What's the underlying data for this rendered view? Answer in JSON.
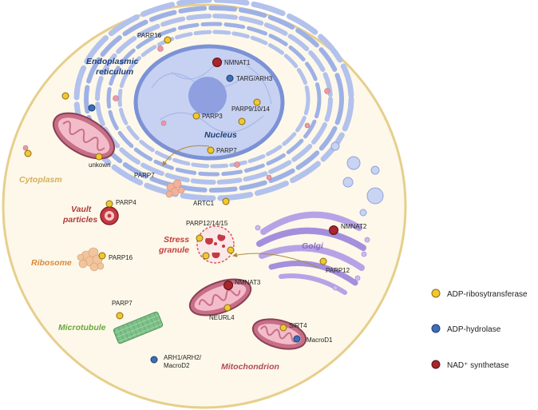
{
  "organelles": {
    "er": "Endoplasmic reticulum",
    "nucleus": "Nucleus",
    "cytoplasm": "Cytoplasm",
    "vault": "Vault particles",
    "ribosome": "Ribosome",
    "stress": "Stress granule",
    "golgi": "Golgi",
    "microtubule": "Microtubule",
    "mitochondrion": "Mitochondrion"
  },
  "proteins": {
    "parp16_er": "PARP16",
    "nmnat1": "NMNAT1",
    "targ": "TARG/ARH3",
    "parp9": "PARP9/10/14",
    "parp3": "PARP3",
    "parp7_nuc": "PARP7",
    "parp7_cyto": "PARP7",
    "artc1": "ARTC1",
    "unknown": "unkown",
    "parp4": "PARP4",
    "parp12_14_15": "PARP12/14/15",
    "nmnat2": "NMNAT2",
    "parp12": "PARP12",
    "parp16_ribo": "PARP16",
    "nmnat3": "NMNAT3",
    "neurl4": "NEURL4",
    "sirt4": "SIRT4",
    "macrod1": "MacroD1",
    "parp7_mt": "PARP7",
    "arh_line1": "ARH1/ARH2/",
    "arh_line2": "MacroD2"
  },
  "legend": [
    {
      "label": "ADP-ribosytransferase",
      "color": "#f2c82e"
    },
    {
      "label": "ADP-hydrolase",
      "color": "#3d6fb8"
    },
    {
      "label": "NAD⁺ synthetase",
      "color": "#a8262c"
    }
  ],
  "colors": {
    "transferase": "#f2c82e",
    "hydrolase": "#3d6fb8",
    "synthetase": "#a8262c",
    "er_label": "#1f3f7a",
    "cytoplasm_label": "#d6ae5a",
    "vault_label": "#b23a3a",
    "ribosome_label": "#d98a3c",
    "stress_label": "#c53b3b",
    "golgi_label": "#8c6bc0",
    "microtubule_label": "#6aa83e",
    "mito_label": "#b24a56"
  }
}
